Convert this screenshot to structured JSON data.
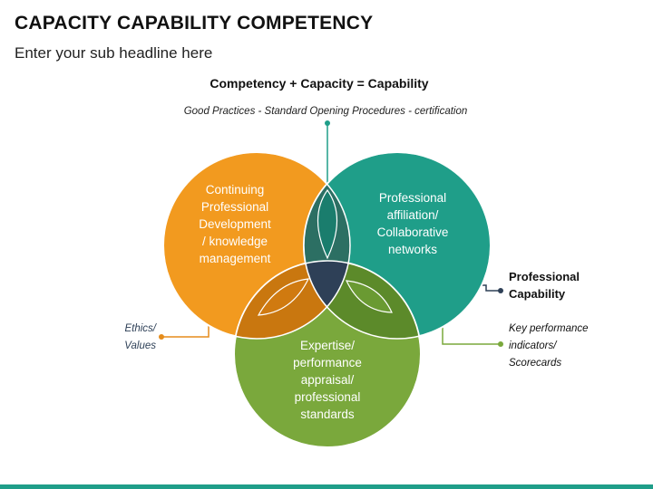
{
  "title": "CAPACITY CAPABILITY COMPETENCY",
  "subtitle": "Enter your sub headline here",
  "equation": "Competency + Capacity = Capability",
  "top_note": "Good Practices - Standard Opening Procedures - certification",
  "circles": {
    "orange": {
      "lines": [
        "Continuing",
        "Professional",
        "Development",
        "/ knowledge",
        "management"
      ]
    },
    "teal": {
      "lines": [
        "Professional",
        "affiliation/",
        "Collaborative",
        "networks"
      ]
    },
    "green": {
      "lines": [
        "Expertise/",
        "performance",
        "appraisal/",
        "professional",
        "standards"
      ]
    }
  },
  "left_note": {
    "lines": [
      "Ethics/",
      "Values"
    ]
  },
  "right_label": {
    "lines": [
      "Professional",
      "Capability"
    ]
  },
  "right_note": {
    "lines": [
      "Key performance",
      "indicators/",
      "Scorecards"
    ]
  },
  "colors": {
    "orange": "#f29a1f",
    "teal": "#1f9e89",
    "green": "#7aa83c",
    "navy": "#2e4057",
    "footer": "#1f9e89"
  }
}
